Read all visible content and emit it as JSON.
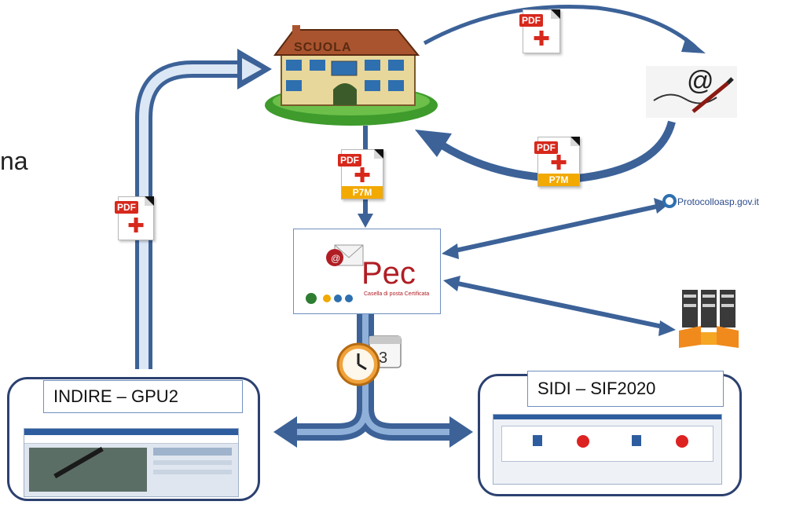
{
  "edge_text": "na",
  "school": {
    "sign": "SCUOLA"
  },
  "pec": {
    "word": "Pec",
    "subtitle": "Casella di posta Certificata"
  },
  "files": {
    "pdf_tag": "PDF",
    "p7m_tag": "P7M"
  },
  "protocollo": {
    "text": "Protocolloasp.gov.it"
  },
  "indire": {
    "label": "INDIRE – GPU2"
  },
  "sidi": {
    "label": "SIDI – SIF2020"
  },
  "colors": {
    "arrow": "#3c6298",
    "arrow_light": "#dbe7f5",
    "frame": "#2c4170",
    "pdf_red": "#d7281c",
    "p7m_orange": "#f2a900"
  },
  "icons": [
    "school-building-icon",
    "pdf-file-icon",
    "p7m-file-icon",
    "email-signature-icon",
    "protocollo-seal-icon",
    "file-server-icon",
    "clock-calendar-icon"
  ]
}
